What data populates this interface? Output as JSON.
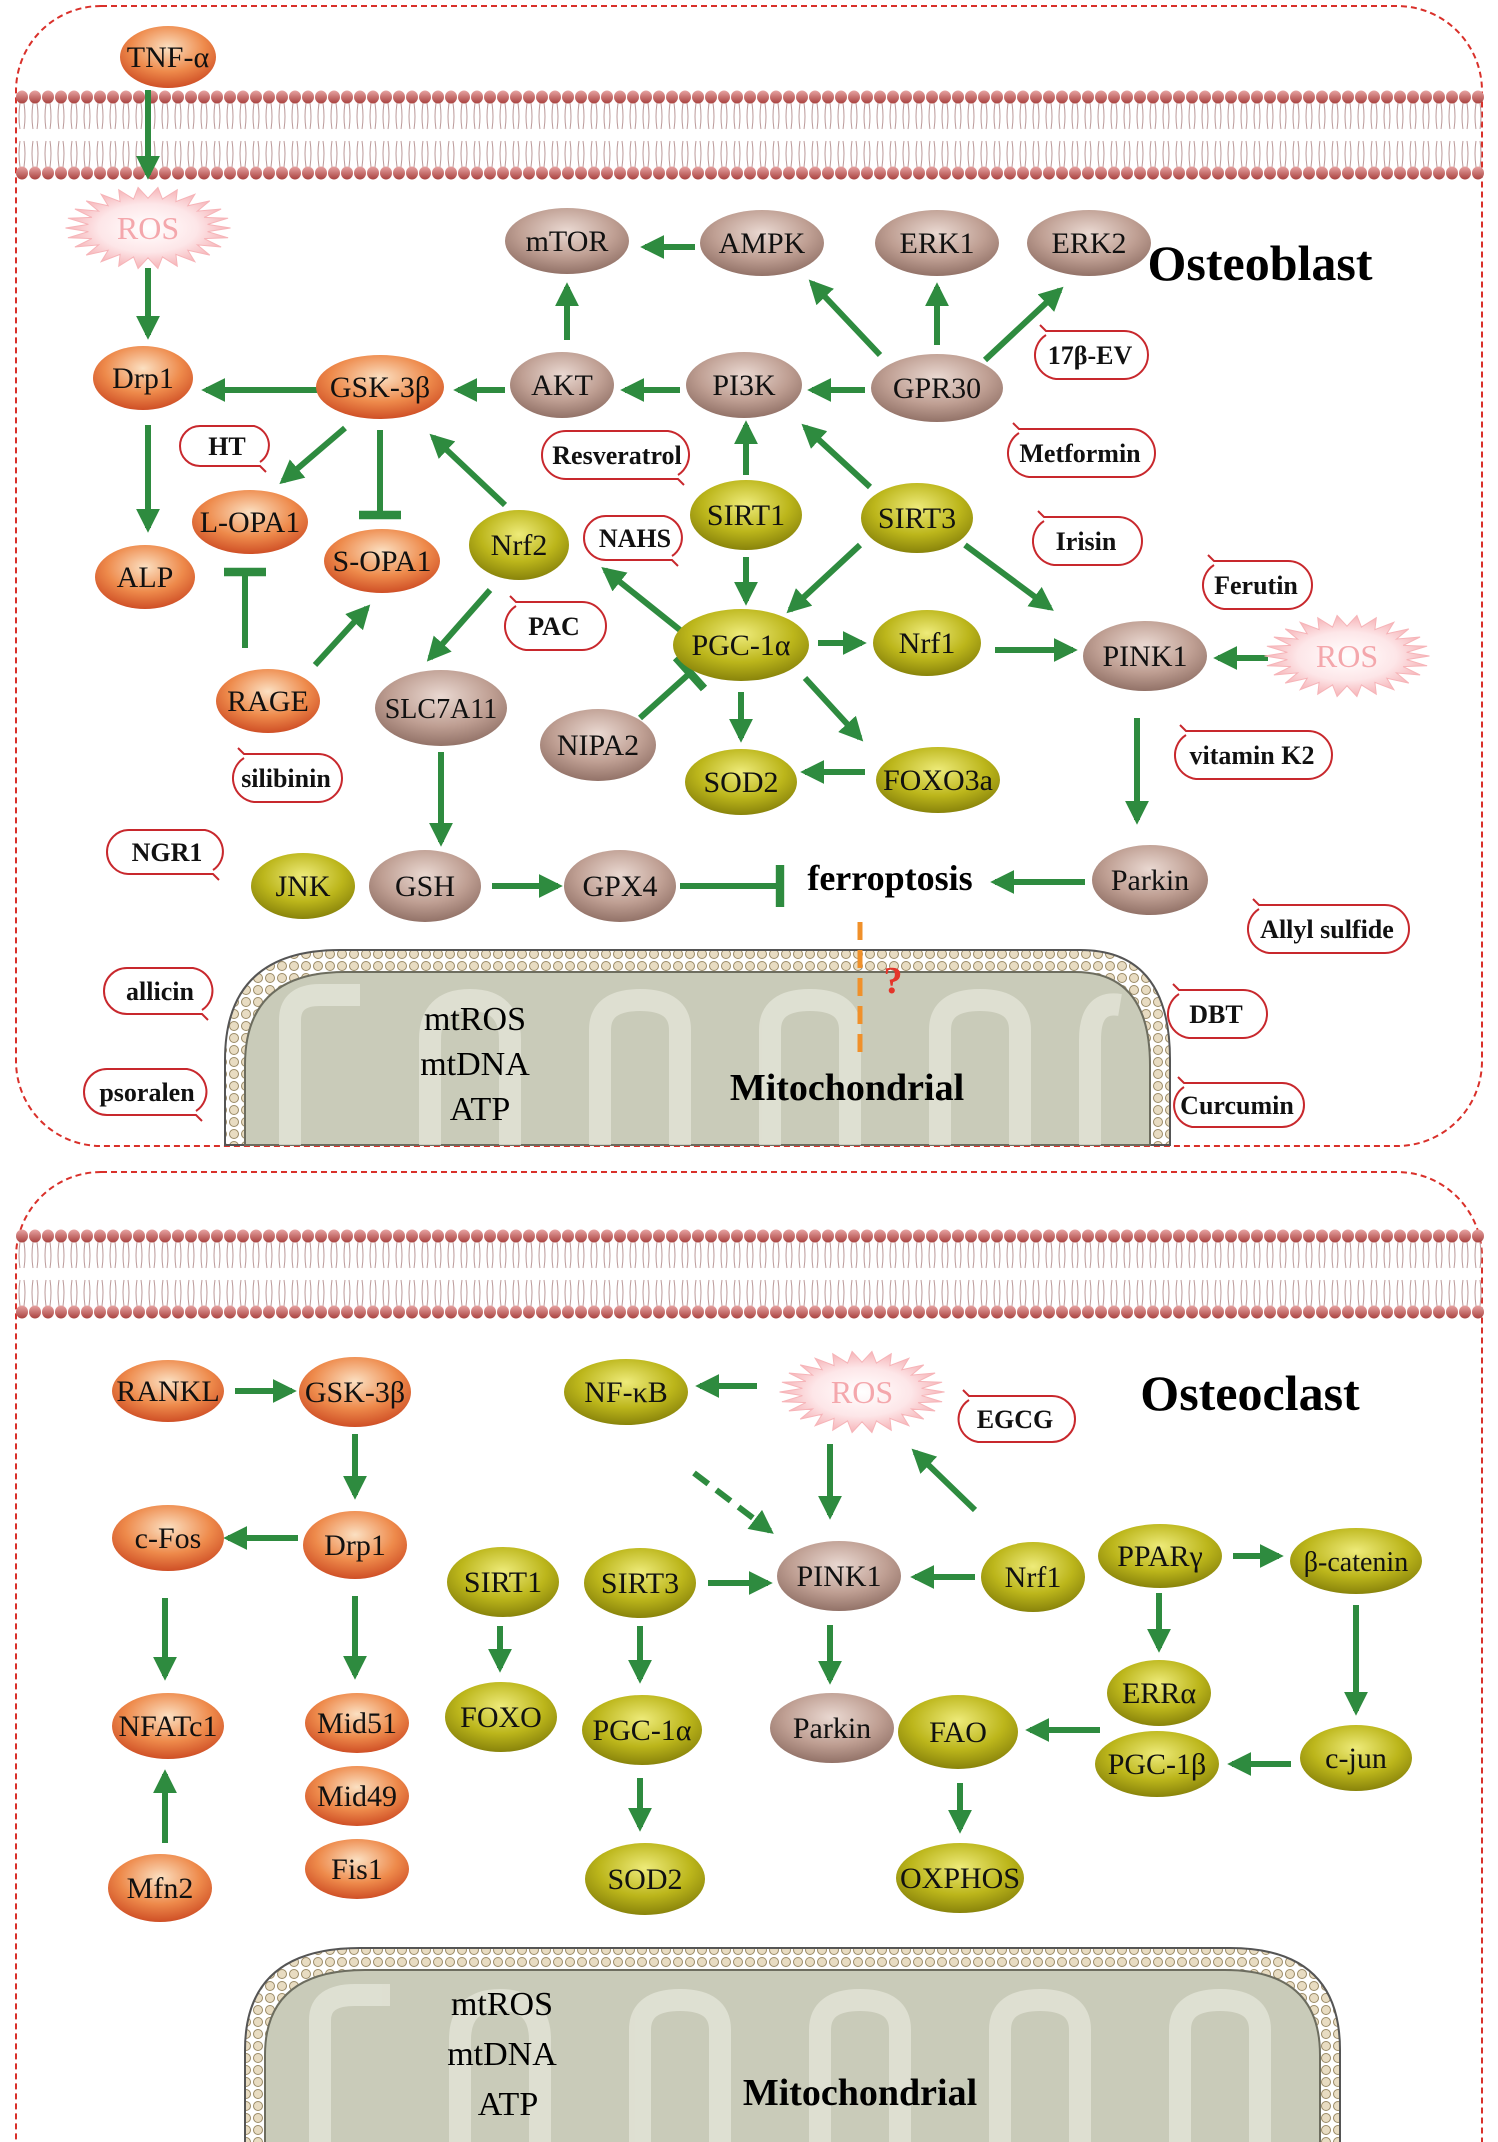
{
  "colors": {
    "orange_node": "#e8713a",
    "brown_node": "#b99a8e",
    "olive_node": "#b9b417",
    "arrow": "#2e8b3f",
    "cell_border": "#d9302a",
    "membrane_head": "#c76463",
    "mito_fill": "#c9cbb9",
    "drug_border": "#c8282d",
    "ros_glow": "#f6b4b8",
    "ros_text": "#f4a7ac",
    "question": "#e4352a",
    "dashed_orange": "#f0902a"
  },
  "panels": {
    "top": {
      "title": "Osteoblast",
      "mito_lines": [
        "mtROS",
        "mtDNA",
        "ATP"
      ],
      "mito_title": "Mitochondrial",
      "ferroptosis": "ferroptosis",
      "question": "?"
    },
    "bottom": {
      "title": "Osteoclast",
      "mito_lines": [
        "mtROS",
        "mtDNA",
        "ATP"
      ],
      "mito_title": "Mitochondrial"
    }
  },
  "nodes": [
    {
      "id": "tnf",
      "label": "TNF-α",
      "style": "orange"
    },
    {
      "id": "ros1",
      "label": "ROS",
      "style": "ros"
    },
    {
      "id": "drp1a",
      "label": "Drp1",
      "style": "orange"
    },
    {
      "id": "alp",
      "label": "ALP",
      "style": "orange"
    },
    {
      "id": "gsk1",
      "label": "GSK-3β",
      "style": "orange"
    },
    {
      "id": "lopa1",
      "label": "L-OPA1",
      "style": "orange"
    },
    {
      "id": "sopa1",
      "label": "S-OPA1",
      "style": "orange"
    },
    {
      "id": "rage",
      "label": "RAGE",
      "style": "orange"
    },
    {
      "id": "mtor",
      "label": "mTOR",
      "style": "brown"
    },
    {
      "id": "ampk",
      "label": "AMPK",
      "style": "brown"
    },
    {
      "id": "erk1",
      "label": "ERK1",
      "style": "brown"
    },
    {
      "id": "erk2",
      "label": "ERK2",
      "style": "brown"
    },
    {
      "id": "akt",
      "label": "AKT",
      "style": "brown"
    },
    {
      "id": "pi3k",
      "label": "PI3K",
      "style": "brown"
    },
    {
      "id": "gpr30",
      "label": "GPR30",
      "style": "brown"
    },
    {
      "id": "nrf2",
      "label": "Nrf2",
      "style": "olive"
    },
    {
      "id": "sirt1a",
      "label": "SIRT1",
      "style": "olive"
    },
    {
      "id": "sirt3a",
      "label": "SIRT3",
      "style": "olive"
    },
    {
      "id": "pgc1a",
      "label": "PGC-1α",
      "style": "olive"
    },
    {
      "id": "nrf1a",
      "label": "Nrf1",
      "style": "olive"
    },
    {
      "id": "pink1a",
      "label": "PINK1",
      "style": "brown"
    },
    {
      "id": "ros2",
      "label": "ROS",
      "style": "ros"
    },
    {
      "id": "slc",
      "label": "SLC7A11",
      "style": "brown"
    },
    {
      "id": "nipa2",
      "label": "NIPA2",
      "style": "brown"
    },
    {
      "id": "sod2a",
      "label": "SOD2",
      "style": "olive"
    },
    {
      "id": "foxo3a",
      "label": "FOXO3a",
      "style": "olive"
    },
    {
      "id": "jnk",
      "label": "JNK",
      "style": "olive"
    },
    {
      "id": "gsh",
      "label": "GSH",
      "style": "brown"
    },
    {
      "id": "gpx4",
      "label": "GPX4",
      "style": "brown"
    },
    {
      "id": "parkin1",
      "label": "Parkin",
      "style": "brown"
    },
    {
      "id": "rankl",
      "label": "RANKL",
      "style": "orange"
    },
    {
      "id": "gsk2",
      "label": "GSK-3β",
      "style": "orange"
    },
    {
      "id": "cfos",
      "label": "c-Fos",
      "style": "orange"
    },
    {
      "id": "drp1b",
      "label": "Drp1",
      "style": "orange"
    },
    {
      "id": "nfatc1",
      "label": "NFATc1",
      "style": "orange"
    },
    {
      "id": "mid51",
      "label": "Mid51",
      "style": "orange"
    },
    {
      "id": "mid49",
      "label": "Mid49",
      "style": "orange"
    },
    {
      "id": "fis1",
      "label": "Fis1",
      "style": "orange"
    },
    {
      "id": "mfn2",
      "label": "Mfn2",
      "style": "orange"
    },
    {
      "id": "nfkb",
      "label": "NF-κB",
      "style": "olive"
    },
    {
      "id": "ros3",
      "label": "ROS",
      "style": "ros"
    },
    {
      "id": "sirt1b",
      "label": "SIRT1",
      "style": "olive"
    },
    {
      "id": "foxo",
      "label": "FOXO",
      "style": "olive"
    },
    {
      "id": "sirt3b",
      "label": "SIRT3",
      "style": "olive"
    },
    {
      "id": "pgc1b_node",
      "label": "PGC-1α",
      "style": "olive"
    },
    {
      "id": "sod2b",
      "label": "SOD2",
      "style": "olive"
    },
    {
      "id": "pink1b",
      "label": "PINK1",
      "style": "brown"
    },
    {
      "id": "parkin2",
      "label": "Parkin",
      "style": "brown"
    },
    {
      "id": "nrf1b",
      "label": "Nrf1",
      "style": "olive"
    },
    {
      "id": "ppar",
      "label": "PPARγ",
      "style": "olive"
    },
    {
      "id": "bcat",
      "label": "β-catenin",
      "style": "olive"
    },
    {
      "id": "erra",
      "label": "ERRα",
      "style": "olive"
    },
    {
      "id": "pgc1beta",
      "label": "PGC-1β",
      "style": "olive"
    },
    {
      "id": "cjun",
      "label": "c-jun",
      "style": "olive"
    },
    {
      "id": "fao",
      "label": "FAO",
      "style": "olive"
    },
    {
      "id": "oxphos",
      "label": "OXPHOS",
      "style": "olive"
    }
  ],
  "drugs": [
    {
      "id": "hp_ht",
      "label": "HT",
      "side": "right"
    },
    {
      "id": "hp_resv",
      "label": "Resveratrol",
      "side": "right"
    },
    {
      "id": "hp_nahs",
      "label": "NAHS",
      "side": "right"
    },
    {
      "id": "hp_pac",
      "label": "PAC",
      "side": "left"
    },
    {
      "id": "hp_silib",
      "label": "silibinin",
      "side": "left"
    },
    {
      "id": "hp_17b",
      "label": "17β-EV",
      "side": "left"
    },
    {
      "id": "hp_metf",
      "label": "Metformin",
      "side": "left"
    },
    {
      "id": "hp_irisin",
      "label": "Irisin",
      "side": "left"
    },
    {
      "id": "hp_ferutin",
      "label": "Ferutin",
      "side": "left"
    },
    {
      "id": "hp_vitk2",
      "label": "vitamin K2",
      "side": "left"
    },
    {
      "id": "hp_ngr1",
      "label": "NGR1",
      "side": "right"
    },
    {
      "id": "hp_allyl",
      "label": "Allyl sulfide",
      "side": "left"
    },
    {
      "id": "hp_dbt",
      "label": "DBT",
      "side": "left"
    },
    {
      "id": "hp_curcumin",
      "label": "Curcumin",
      "side": "left"
    },
    {
      "id": "hp_allicin",
      "label": "allicin",
      "side": "right"
    },
    {
      "id": "hp_psoralen",
      "label": "psoralen",
      "side": "right"
    },
    {
      "id": "hp_egcg",
      "label": "EGCG",
      "side": "left"
    }
  ],
  "edges": [
    {
      "from": "tnf",
      "to": "ros1",
      "type": "activate"
    },
    {
      "from": "ros1",
      "to": "drp1a",
      "type": "activate"
    },
    {
      "from": "drp1a",
      "to": "alp",
      "type": "activate"
    },
    {
      "from": "gsk1",
      "to": "drp1a",
      "type": "activate"
    },
    {
      "from": "gsk1",
      "to": "lopa1",
      "type": "activate"
    },
    {
      "from": "gsk1",
      "to": "sopa1",
      "type": "inhibit"
    },
    {
      "from": "akt",
      "to": "gsk1",
      "type": "activate"
    },
    {
      "from": "akt",
      "to": "mtor",
      "type": "activate"
    },
    {
      "from": "ampk",
      "to": "mtor",
      "type": "activate"
    },
    {
      "from": "pi3k",
      "to": "akt",
      "type": "activate"
    },
    {
      "from": "gpr30",
      "to": "pi3k",
      "type": "activate"
    },
    {
      "from": "gpr30",
      "to": "ampk",
      "type": "activate"
    },
    {
      "from": "gpr30",
      "to": "erk1",
      "type": "activate"
    },
    {
      "from": "gpr30",
      "to": "erk2",
      "type": "activate"
    },
    {
      "from": "sirt1a",
      "to": "pi3k",
      "type": "activate"
    },
    {
      "from": "sirt3a",
      "to": "pi3k",
      "type": "activate"
    },
    {
      "from": "sirt1a",
      "to": "pgc1a",
      "type": "activate"
    },
    {
      "from": "sirt3a",
      "to": "pgc1a",
      "type": "activate"
    },
    {
      "from": "sirt3a",
      "to": "pink1a",
      "type": "activate"
    },
    {
      "from": "nrf2",
      "to": "gsk1",
      "type": "activate"
    },
    {
      "from": "pgc1a",
      "to": "nrf2",
      "type": "activate"
    },
    {
      "from": "pgc1a",
      "to": "nrf1a",
      "type": "activate"
    },
    {
      "from": "nrf1a",
      "to": "pink1a",
      "type": "activate"
    },
    {
      "from": "ros2",
      "to": "pink1a",
      "type": "activate"
    },
    {
      "from": "pgc1a",
      "to": "sod2a",
      "type": "activate"
    },
    {
      "from": "pgc1a",
      "to": "foxo3a",
      "type": "activate"
    },
    {
      "from": "foxo3a",
      "to": "sod2a",
      "type": "activate"
    },
    {
      "from": "nipa2",
      "to": "pgc1a",
      "type": "inhibit"
    },
    {
      "from": "nrf2",
      "to": "slc",
      "type": "activate"
    },
    {
      "from": "slc",
      "to": "gsh",
      "type": "activate"
    },
    {
      "from": "gsh",
      "to": "gpx4",
      "type": "activate"
    },
    {
      "from": "gpx4",
      "to": "ferroptosis",
      "type": "inhibit"
    },
    {
      "from": "parkin1",
      "to": "ferroptosis",
      "type": "activate"
    },
    {
      "from": "pink1a",
      "to": "parkin1",
      "type": "activate"
    },
    {
      "from": "rage",
      "to": "lopa1",
      "type": "inhibit"
    },
    {
      "from": "rage",
      "to": "sopa1",
      "type": "activate"
    },
    {
      "from": "rankl",
      "to": "gsk2",
      "type": "activate"
    },
    {
      "from": "gsk2",
      "to": "drp1b",
      "type": "activate"
    },
    {
      "from": "drp1b",
      "to": "cfos",
      "type": "activate"
    },
    {
      "from": "cfos",
      "to": "nfatc1",
      "type": "activate"
    },
    {
      "from": "mfn2",
      "to": "nfatc1",
      "type": "activate"
    },
    {
      "from": "drp1b",
      "to": "mid51",
      "type": "activate"
    },
    {
      "from": "ros3",
      "to": "nfkb",
      "type": "activate"
    },
    {
      "from": "ros3",
      "to": "pink1b",
      "type": "activate"
    },
    {
      "from": "nrf1b",
      "to": "ros3",
      "type": "activate"
    },
    {
      "from": "nrf1b",
      "to": "pink1b",
      "type": "activate"
    },
    {
      "from": "sirt3b",
      "to": "pink1b",
      "type": "activate"
    },
    {
      "from": "nfkb",
      "to": "pink1b",
      "type": "dashed"
    },
    {
      "from": "pink1b",
      "to": "parkin2",
      "type": "activate"
    },
    {
      "from": "sirt1b",
      "to": "foxo",
      "type": "activate"
    },
    {
      "from": "sirt3b",
      "to": "pgc1b_node",
      "type": "activate"
    },
    {
      "from": "pgc1b_node",
      "to": "sod2b",
      "type": "activate"
    },
    {
      "from": "ppar",
      "to": "bcat",
      "type": "activate"
    },
    {
      "from": "ppar",
      "to": "erra",
      "type": "activate"
    },
    {
      "from": "bcat",
      "to": "cjun",
      "type": "activate"
    },
    {
      "from": "cjun",
      "to": "pgc1beta",
      "type": "activate"
    },
    {
      "from": "erra",
      "to": "fao",
      "type": "activate"
    },
    {
      "from": "fao",
      "to": "oxphos",
      "type": "activate"
    }
  ]
}
